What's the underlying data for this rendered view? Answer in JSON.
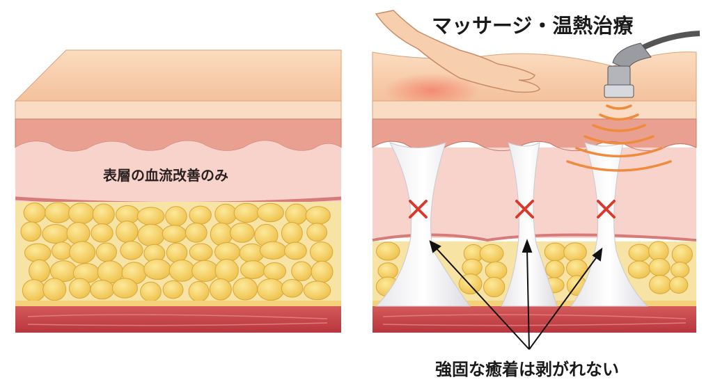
{
  "title": "マッサージ・温熱治療",
  "left_panel": {
    "label": "表層の血流改善のみ"
  },
  "right_panel": {
    "label": "強固な癒着は剥がれない",
    "blocked_marks": 3
  },
  "colors": {
    "skin": "#f6c9a3",
    "dermis": "#eca79a",
    "fat": "#f2cc55",
    "muscle": "#c8454a",
    "mark": "#d93a2b",
    "waves": "#f08a3c"
  }
}
